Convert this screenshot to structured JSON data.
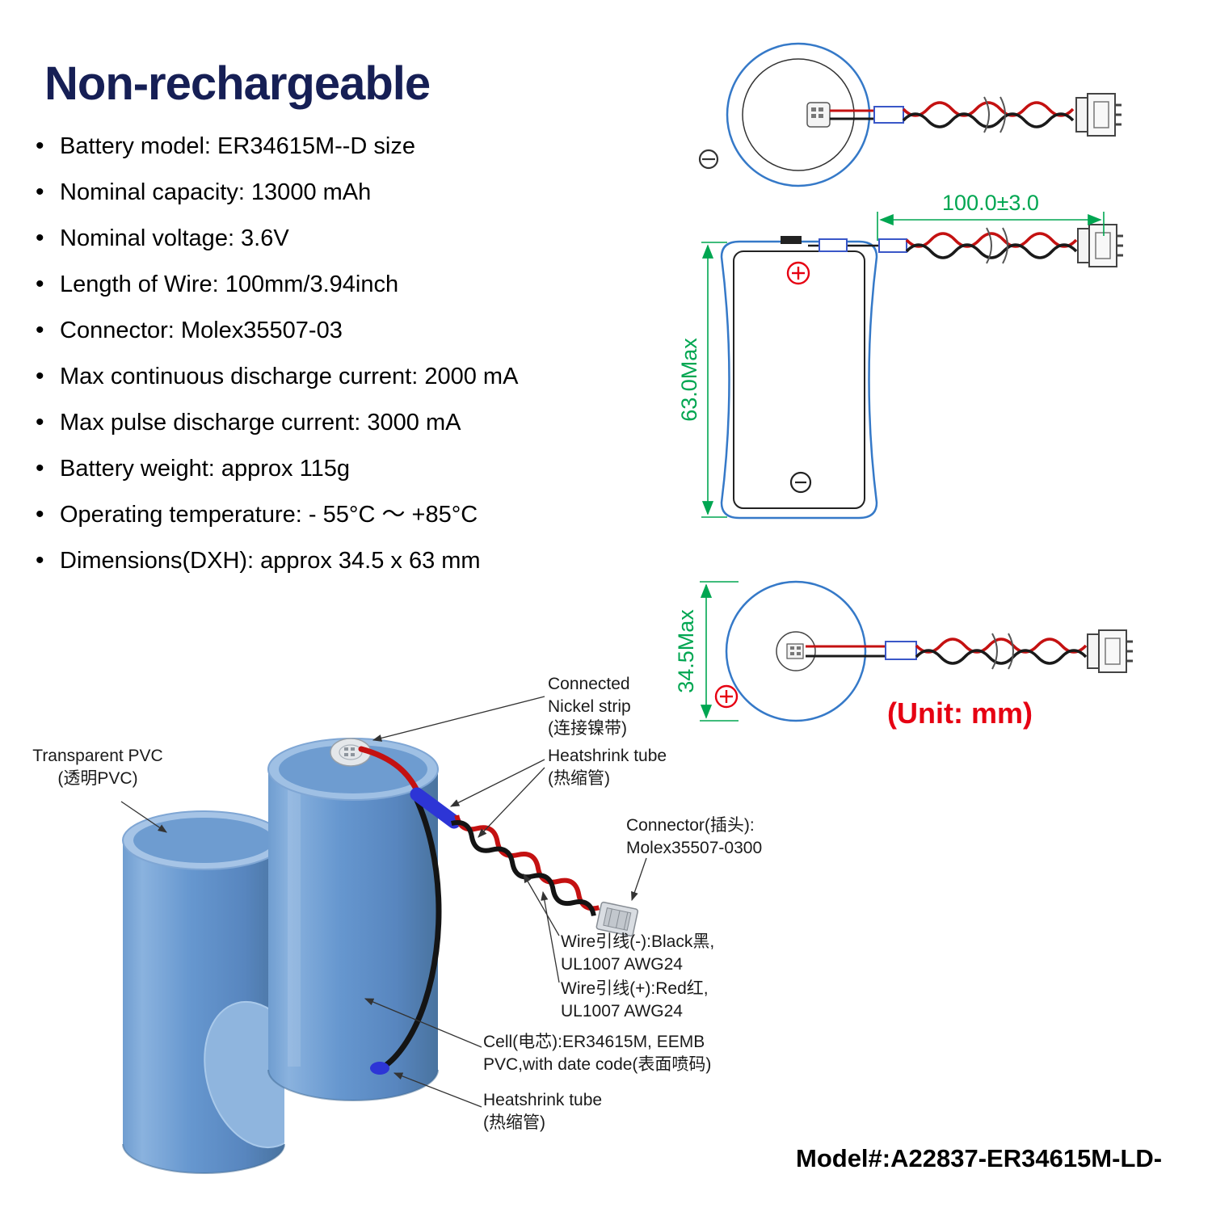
{
  "title": "Non-rechargeable",
  "specs": [
    "Battery model: ER34615M--D size",
    "Nominal capacity: 13000 mAh",
    "Nominal voltage: 3.6V",
    "Length of Wire: 100mm/3.94inch",
    "Connector: Molex35507-03",
    "Max continuous discharge current: 2000 mA",
    "Max pulse discharge current: 3000 mA",
    "Battery weight: approx 115g",
    "Operating temperature: - 55°C ～ +85°C",
    "Dimensions(DXH): approx 34.5 x 63 mm"
  ],
  "drawing": {
    "wire_length_dim": "100.0±3.0",
    "height_dim": "63.0Max",
    "diameter_dim": "34.5Max",
    "unit_note": "(Unit: mm)"
  },
  "labels": {
    "transparent_pvc": [
      "Transparent PVC",
      "(透明PVC)"
    ],
    "nickel_strip": [
      "Connected",
      "Nickel strip",
      "(连接镍带)"
    ],
    "heatshrink_top": [
      "Heatshrink tube",
      "(热缩管)"
    ],
    "connector": [
      "Connector(插头):",
      "Molex35507-0300"
    ],
    "wire_black": [
      "Wire引线(-):Black黑,",
      "UL1007 AWG24"
    ],
    "wire_red": [
      "Wire引线(+):Red红,",
      "UL1007 AWG24"
    ],
    "cell": [
      "Cell(电芯):ER34615M, EEMB",
      "PVC,with date code(表面喷码)"
    ],
    "heatshrink_bottom": [
      "Heatshrink tube",
      "(热缩管)"
    ]
  },
  "model_number": "Model#:A22837-ER34615M-LD-",
  "colors": {
    "title_navy": "#161f55",
    "dimension_green": "#00a651",
    "accent_red": "#e60012",
    "wire_red": "#c41111",
    "wire_black": "#141414",
    "battery_blue": "#6497cf",
    "outline_blue": "#3579c8",
    "heatshrink_blue": "#2d35d6"
  }
}
